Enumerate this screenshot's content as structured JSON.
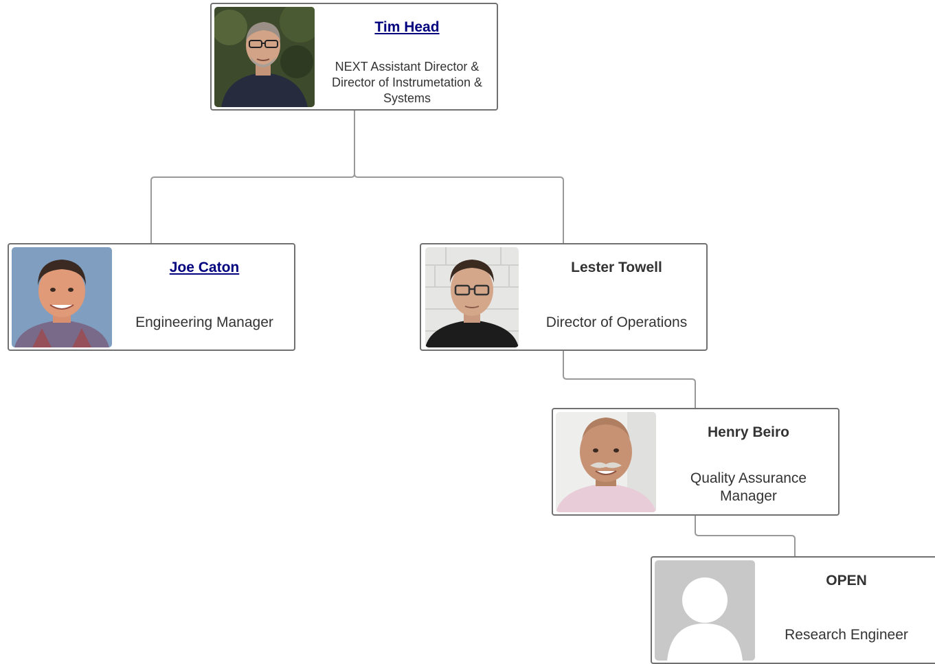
{
  "org_chart": {
    "nodes": [
      {
        "id": "tim-head",
        "name": "Tim Head",
        "title": "NEXT Assistant Director & Director of Instrumetation & Systems",
        "name_is_link": true,
        "photo": "person-photo-glasses-grey-hair"
      },
      {
        "id": "joe-caton",
        "name": "Joe Caton",
        "title": "Engineering Manager",
        "name_is_link": true,
        "photo": "person-photo-blue-background"
      },
      {
        "id": "lester-towell",
        "name": "Lester Towell",
        "title": "Director of Operations",
        "name_is_link": false,
        "photo": "person-photo-glasses-white-wall"
      },
      {
        "id": "henry-beiro",
        "name": "Henry Beiro",
        "title": "Quality Assurance Manager",
        "name_is_link": false,
        "photo": "person-photo-mustache"
      },
      {
        "id": "open",
        "name": "OPEN",
        "title": "Research Engineer",
        "name_is_link": false,
        "photo": "placeholder-avatar-icon"
      }
    ],
    "edges": [
      {
        "from": "tim-head",
        "to": "joe-caton"
      },
      {
        "from": "tim-head",
        "to": "lester-towell"
      },
      {
        "from": "lester-towell",
        "to": "henry-beiro"
      },
      {
        "from": "henry-beiro",
        "to": "open"
      }
    ],
    "colors": {
      "link": "#00007f",
      "text": "#333333",
      "border": "#707070",
      "connector": "#999999",
      "avatar_bg": "#c8c8c8"
    }
  }
}
